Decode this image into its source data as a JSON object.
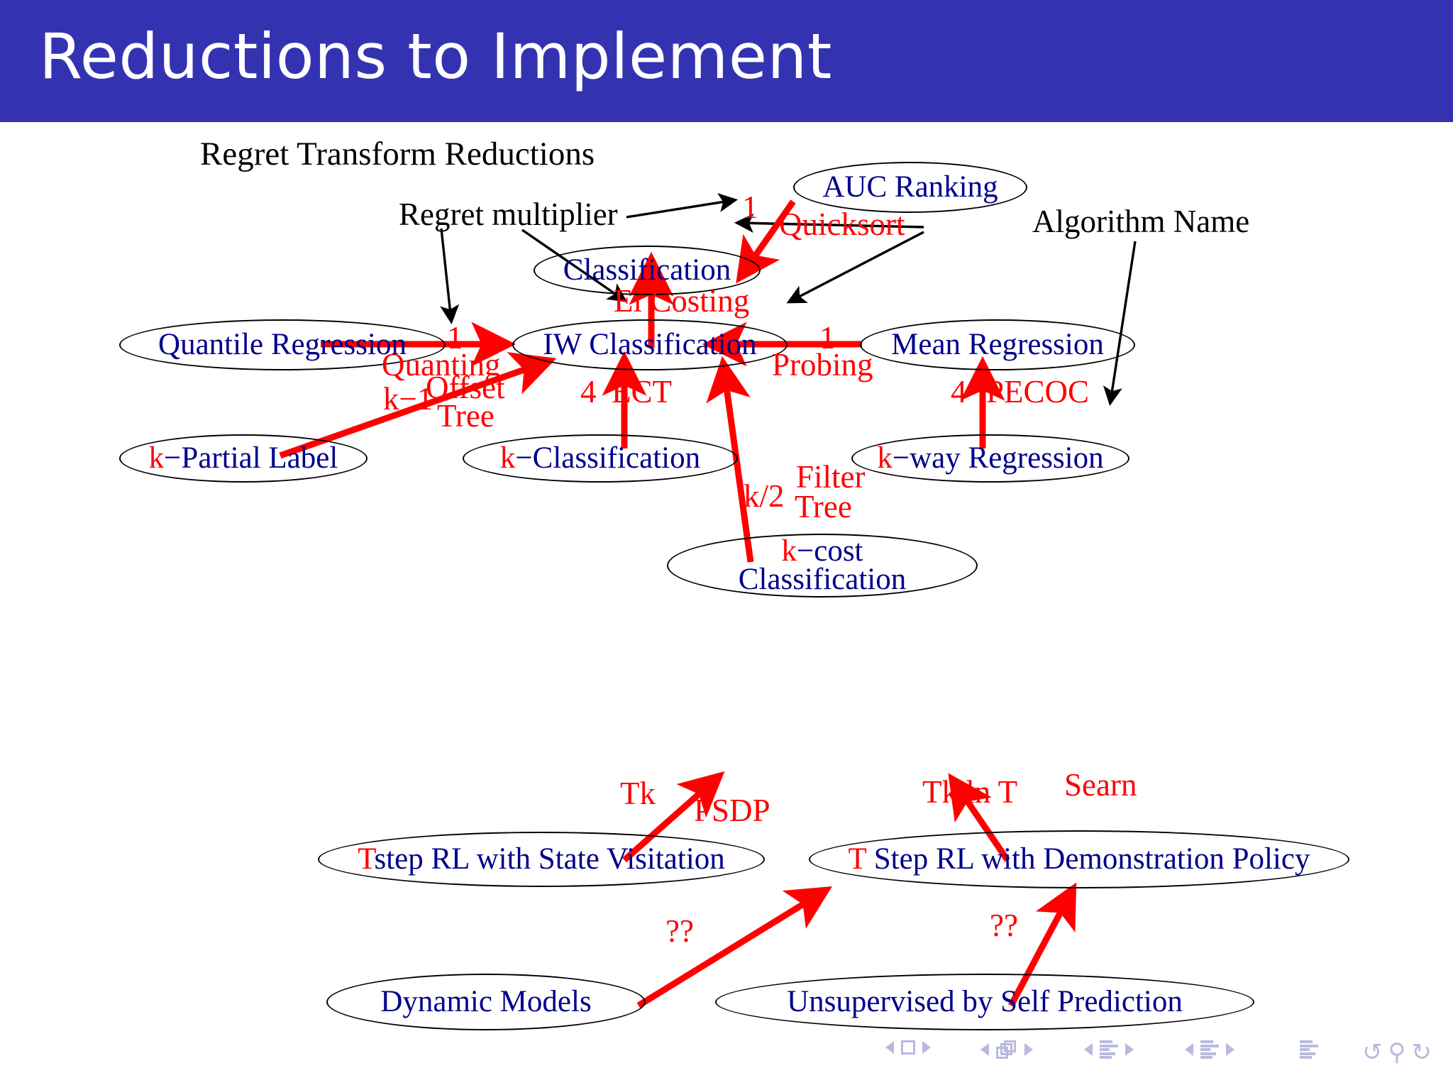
{
  "slide": {
    "title": "Reductions to Implement",
    "title_bar_color": "#3333b2",
    "background_color": "#ffffff"
  },
  "diagram": {
    "heading": "Regret Transform Reductions",
    "node_text_color": "#00008b",
    "edge_color": "#ff0000",
    "annotation_color": "#000000",
    "nodes": [
      {
        "id": "auc-ranking",
        "label": "AUC Ranking"
      },
      {
        "id": "classification",
        "label": "Classification"
      },
      {
        "id": "quantile-regression",
        "label": "Quantile Regression"
      },
      {
        "id": "iw-classification",
        "label": "IW Classification"
      },
      {
        "id": "mean-regression",
        "label": "Mean Regression"
      },
      {
        "id": "k-partial-label",
        "label_k": "k",
        "label_rest": "−Partial Label"
      },
      {
        "id": "k-classification",
        "label_k": "k",
        "label_rest": "−Classification"
      },
      {
        "id": "k-way-regression",
        "label_k": "k",
        "label_rest": "−way Regression"
      },
      {
        "id": "k-cost-classification",
        "label_k": "k",
        "label_rest": "−cost",
        "label_line2": "Classification"
      },
      {
        "id": "t-step-rl-state-visitation",
        "label_k": "T",
        "label_rest": "step RL with State Visitation"
      },
      {
        "id": "t-step-rl-demonstration-policy",
        "label_k": "T",
        "label_rest": " Step RL with Demonstration Policy"
      },
      {
        "id": "dynamic-models",
        "label": "Dynamic Models"
      },
      {
        "id": "unsupervised-self-prediction",
        "label": "Unsupervised by Self Prediction"
      }
    ],
    "annotations": [
      {
        "id": "regret-multiplier",
        "label": "Regret multiplier"
      },
      {
        "id": "algorithm-name",
        "label": "Algorithm Name"
      }
    ],
    "edge_labels": [
      {
        "id": "auc-to-classification-mult",
        "text": "1"
      },
      {
        "id": "auc-to-classification-alg",
        "text": "Quicksort"
      },
      {
        "id": "ei-costing-alg",
        "text": "Ei Costing"
      },
      {
        "id": "quanting-mult",
        "text": "1"
      },
      {
        "id": "quanting-alg",
        "text": "Quanting"
      },
      {
        "id": "offset-tree-mult",
        "text": "k−1"
      },
      {
        "id": "offset-tree-alg-line1",
        "text": "Offset"
      },
      {
        "id": "offset-tree-alg-line2",
        "text": "Tree"
      },
      {
        "id": "ect-mult",
        "text": "4"
      },
      {
        "id": "ect-alg",
        "text": "ECT"
      },
      {
        "id": "probing-mult",
        "text": "1"
      },
      {
        "id": "probing-alg",
        "text": "Probing"
      },
      {
        "id": "pecoc-mult",
        "text": "4"
      },
      {
        "id": "pecoc-alg",
        "text": "PECOC"
      },
      {
        "id": "filter-tree-mult",
        "text": "k/2"
      },
      {
        "id": "filter-tree-alg-line1",
        "text": "Filter"
      },
      {
        "id": "filter-tree-alg-line2",
        "text": "Tree"
      },
      {
        "id": "psdp-mult",
        "text": "Tk"
      },
      {
        "id": "psdp-alg",
        "text": "PSDP"
      },
      {
        "id": "searn-mult",
        "text": "Tk ln T"
      },
      {
        "id": "searn-alg",
        "text": "Searn"
      },
      {
        "id": "dynamic-models-unknown",
        "text": "??"
      },
      {
        "id": "unsupervised-unknown",
        "text": "??"
      }
    ]
  },
  "navbar": {
    "icon_color": "#b9b9e0",
    "groups": [
      {
        "id": "slide-nav",
        "icon": "square-icon"
      },
      {
        "id": "frame-nav",
        "icon": "stacked-frames-icon"
      },
      {
        "id": "subsection-nav",
        "icon": "lines-icon"
      },
      {
        "id": "section-nav",
        "icon": "lines-icon"
      },
      {
        "id": "presentation-nav",
        "icon": "lines-icon"
      }
    ],
    "back_icon": "↺",
    "search_icon": "⚲",
    "forward_icon": "↻"
  }
}
